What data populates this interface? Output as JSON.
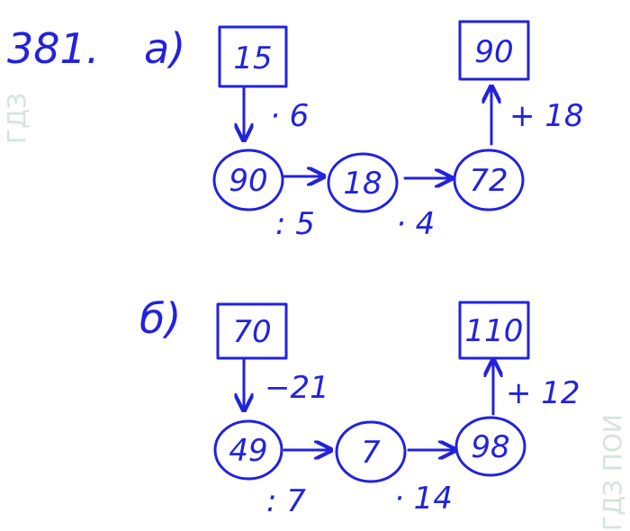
{
  "problem": {
    "number": "381.",
    "part_a_label": "а)",
    "part_b_label": "б)"
  },
  "part_a": {
    "start_box": "15",
    "end_box": "90",
    "circles": [
      "90",
      "18",
      "72"
    ],
    "ops": {
      "down": "· 6",
      "right1": ": 5",
      "right2": "· 4",
      "up": "+ 18"
    }
  },
  "part_b": {
    "start_box": "70",
    "end_box": "110",
    "circles": [
      "49",
      "7",
      "98"
    ],
    "ops": {
      "down": "−21",
      "right1": ": 7",
      "right2": "· 14",
      "up": "+ 12"
    }
  },
  "watermark": {
    "left": "ГДЗ",
    "right": "ГДЗ ПОИ"
  },
  "colors": {
    "ink": "#2222dd",
    "watermark": "#9ec7a9"
  }
}
